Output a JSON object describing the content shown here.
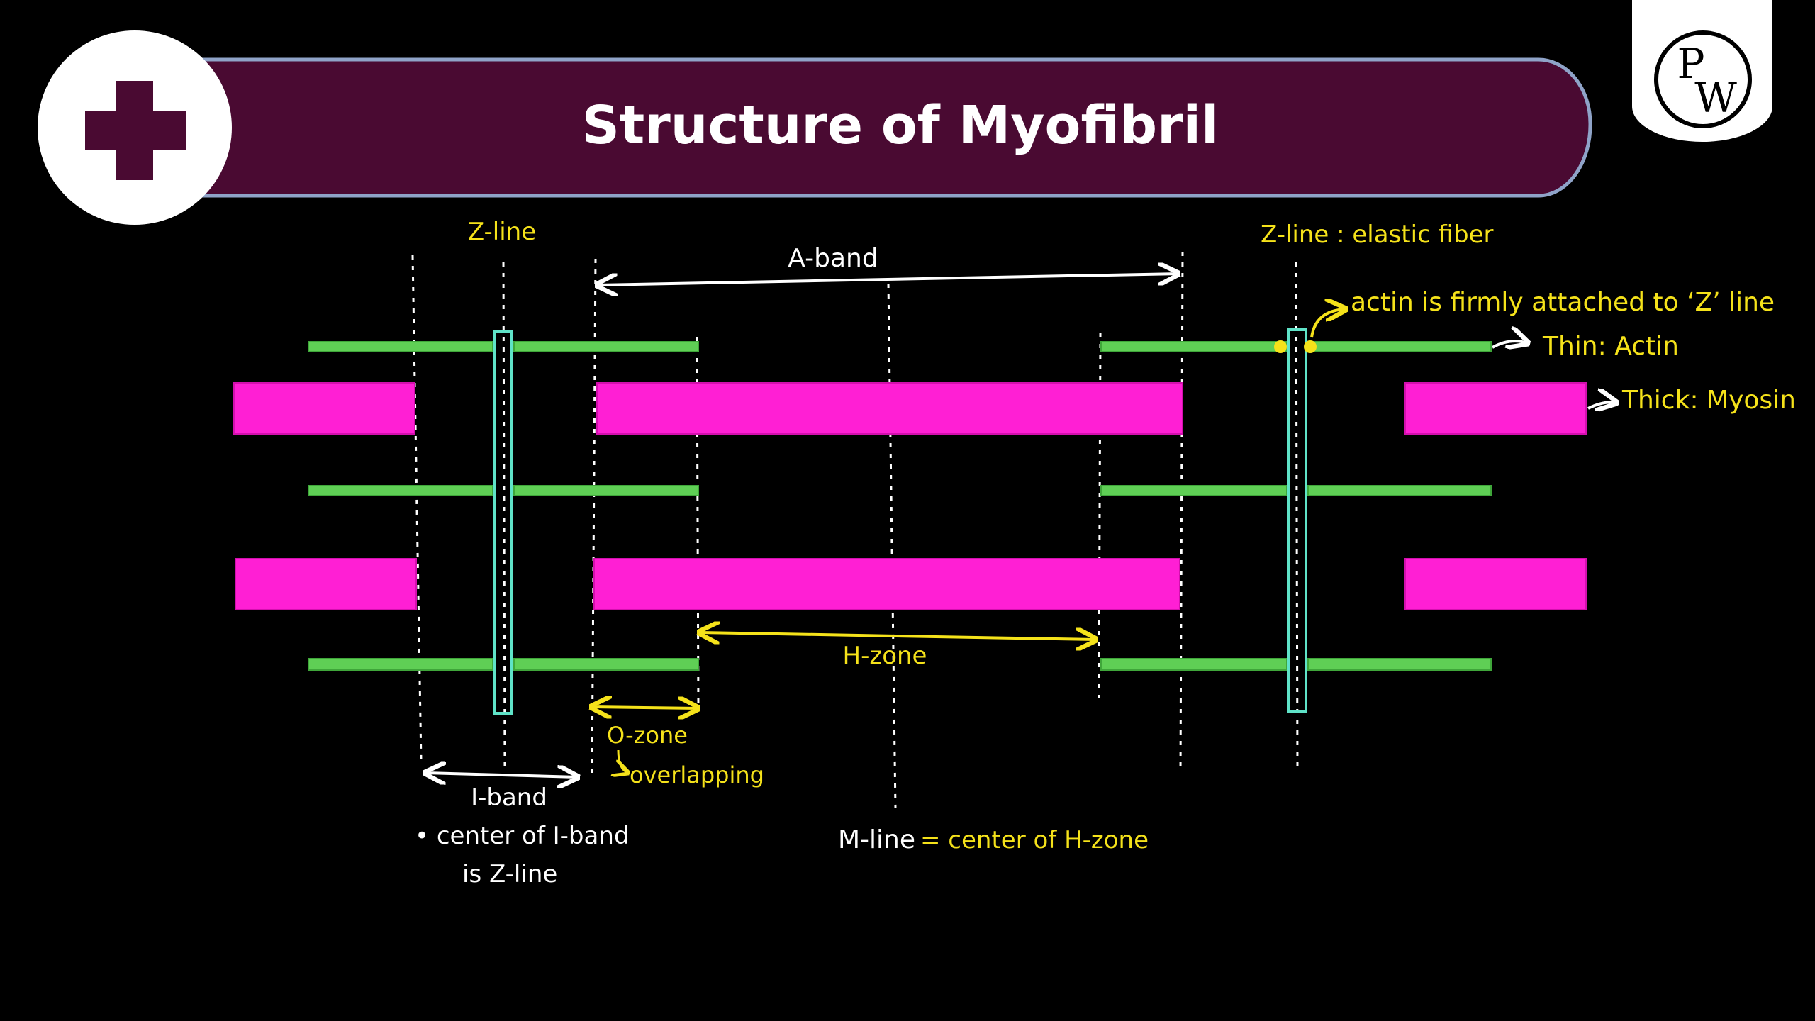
{
  "header": {
    "title": "Structure of Myofibril",
    "logo_text_p": "P",
    "logo_text_w": "W"
  },
  "labels": {
    "z_line_left": "Z-line",
    "z_line_right": "Z-line : elastic fiber",
    "a_band": "A-band",
    "actin_attached": "actin is firmly attached to ‘Z’ line",
    "thin": "Thin: Actin",
    "thick": "Thick: Myosin",
    "h_zone": "H-zone",
    "o_zone": "O-zone",
    "overlapping": "overlapping",
    "i_band": "I-band",
    "i_band_note_1": "• center of I-band",
    "i_band_note_2": "is Z-line",
    "m_line": "M-line",
    "m_line_def": "= center of H-zone"
  },
  "colors": {
    "background": "#000000",
    "banner": "#4a0a32",
    "banner_border": "#8fa3c8",
    "plus": "#4a0a32",
    "actin": "#5fcf55",
    "myosin": "#ff1fd4",
    "z_line_box": "#5fe3c8",
    "white_annotation": "#ffffff",
    "yellow_annotation": "#f5e21a"
  }
}
